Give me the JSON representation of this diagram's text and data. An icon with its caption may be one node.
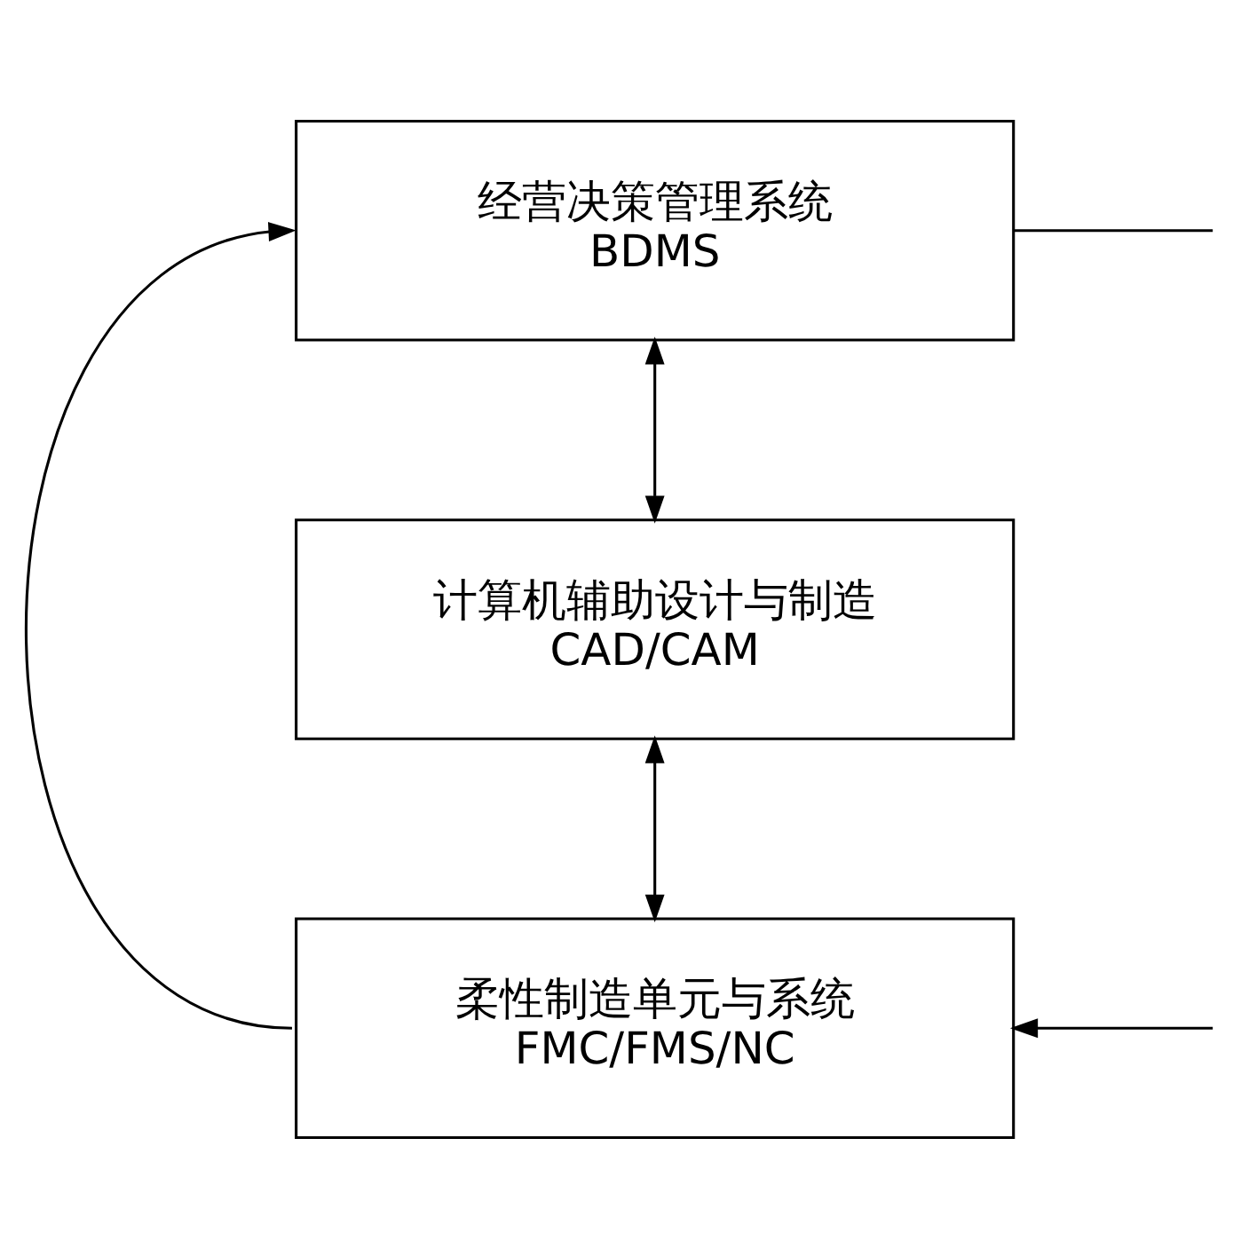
{
  "diagram": {
    "nodes": [
      {
        "text": [
          "经营决策管理系统",
          "BDMS"
        ]
      },
      {
        "text": [
          "计算机辅助设计与制造",
          "CAD/CAM"
        ]
      },
      {
        "text": [
          "柔性制造单元与系统",
          "FMC/FMS/NC"
        ]
      }
    ],
    "edges": [
      {
        "from": 0,
        "to": 1,
        "arrow": "both"
      },
      {
        "from": 1,
        "to": 2,
        "arrow": "both"
      },
      {
        "from": 2,
        "to": 0,
        "arrow": "to"
      },
      {
        "from": 0,
        "to": null,
        "arrow": "none"
      },
      {
        "from": null,
        "to": 2,
        "arrow": "to"
      }
    ]
  }
}
